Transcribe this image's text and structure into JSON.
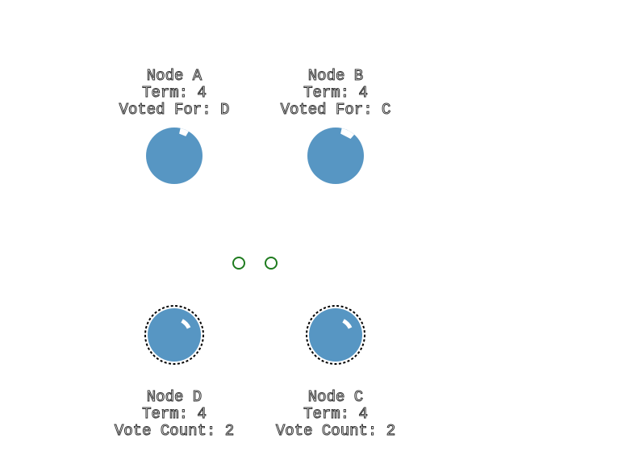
{
  "colors": {
    "node_fill": "#5796c3",
    "timer_arc": "#ffffff",
    "candidate_ring": "#000000",
    "message_stroke": "#1e7b1e",
    "background": "#ffffff"
  },
  "nodes": [
    {
      "id": "A",
      "role": "follower",
      "name": "Node A",
      "term": "Term: 4",
      "status": "Voted For: D",
      "timer_remaining_fraction": 0.95
    },
    {
      "id": "B",
      "role": "follower",
      "name": "Node B",
      "term": "Term: 4",
      "status": "Voted For: C",
      "timer_remaining_fraction": 0.92
    },
    {
      "id": "D",
      "role": "candidate",
      "name": "Node D",
      "term": "Term: 4",
      "status": "Vote Count: 2",
      "timer_remaining_fraction": 0.1
    },
    {
      "id": "C",
      "role": "candidate",
      "name": "Node C",
      "term": "Term: 4",
      "status": "Vote Count: 2",
      "timer_remaining_fraction": 0.1
    }
  ],
  "messages": [
    {
      "id": "msg-1"
    },
    {
      "id": "msg-2"
    }
  ]
}
